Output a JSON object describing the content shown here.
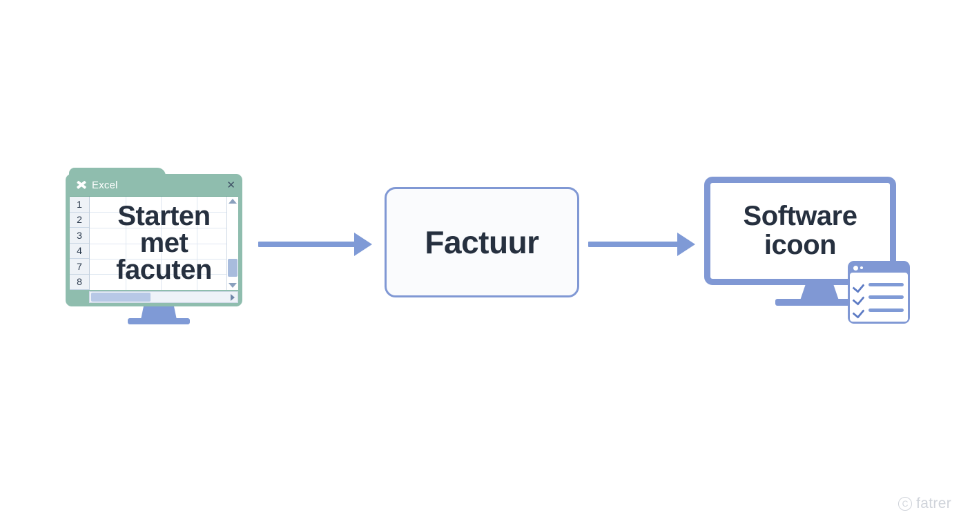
{
  "page": {
    "background": "#ffffff",
    "accent_blue": "#7f9ad6",
    "accent_blue_dark": "#8098d4",
    "excel_green": "#8fbdae",
    "text_dark": "#26303f"
  },
  "stage1": {
    "window": {
      "app_icon": "excel-star-icon",
      "title": "Excel",
      "close_label": "✕"
    },
    "row_headers": [
      "1",
      "2",
      "3",
      "4",
      "7",
      "8"
    ],
    "sheet_text_lines": [
      "Starten",
      "met",
      "facuten"
    ],
    "scrollbars": {
      "vertical_up": "scroll-up-arrow",
      "vertical_down": "scroll-down-arrow",
      "horizontal_right": "scroll-right-arrow"
    }
  },
  "arrow1": {
    "name": "arrow-excel-to-factuur"
  },
  "stage2": {
    "label": "Factuur"
  },
  "arrow2": {
    "name": "arrow-factuur-to-software"
  },
  "stage3": {
    "screen_lines": [
      "Software",
      "icoon"
    ],
    "checklist": {
      "rows": [
        "check-row-1",
        "check-row-2",
        "check-row-3"
      ]
    }
  },
  "watermark": {
    "symbol": "C",
    "text": "fatrer"
  }
}
